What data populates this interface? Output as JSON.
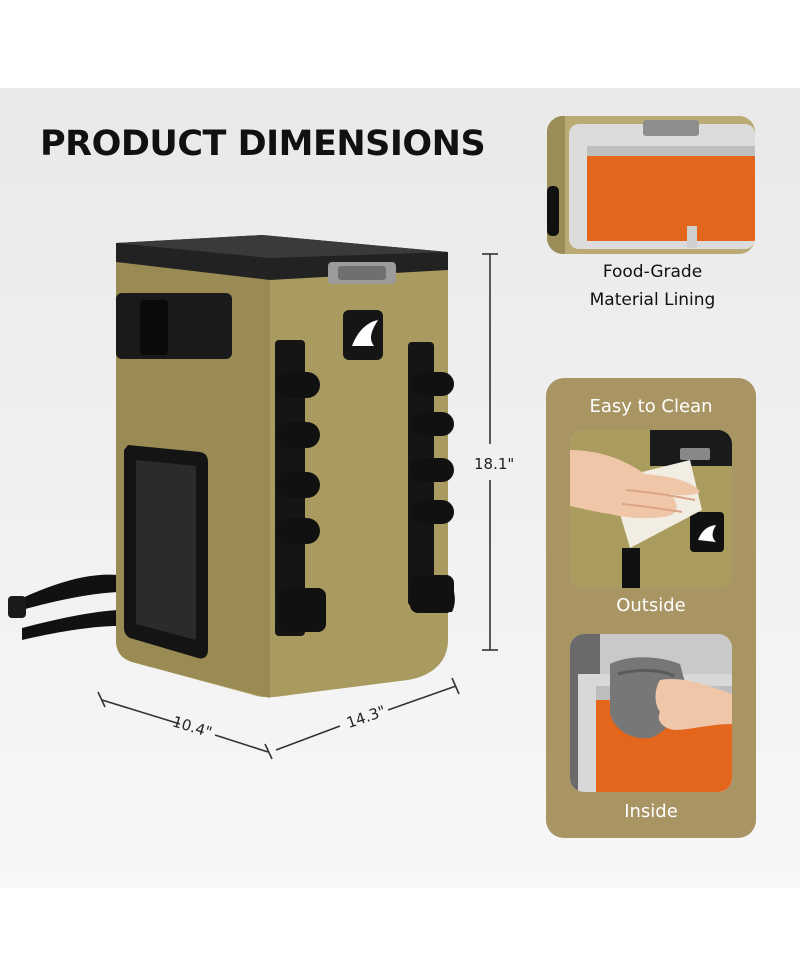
{
  "header": {
    "title": "PRODUCT DIMENSIONS"
  },
  "dimensions": {
    "height": "18.1\"",
    "depth": "10.4\"",
    "width": "14.3\""
  },
  "features": {
    "lining_line1": "Food-Grade",
    "lining_line2": "Material Lining",
    "clean_title": "Easy to Clean",
    "outside_label": "Outside",
    "inside_label": "Inside"
  },
  "colors": {
    "cooler_body": "#a99a60",
    "card_background": "#a89563",
    "lining_orange": "#e4661c",
    "strap_black": "#111111"
  }
}
